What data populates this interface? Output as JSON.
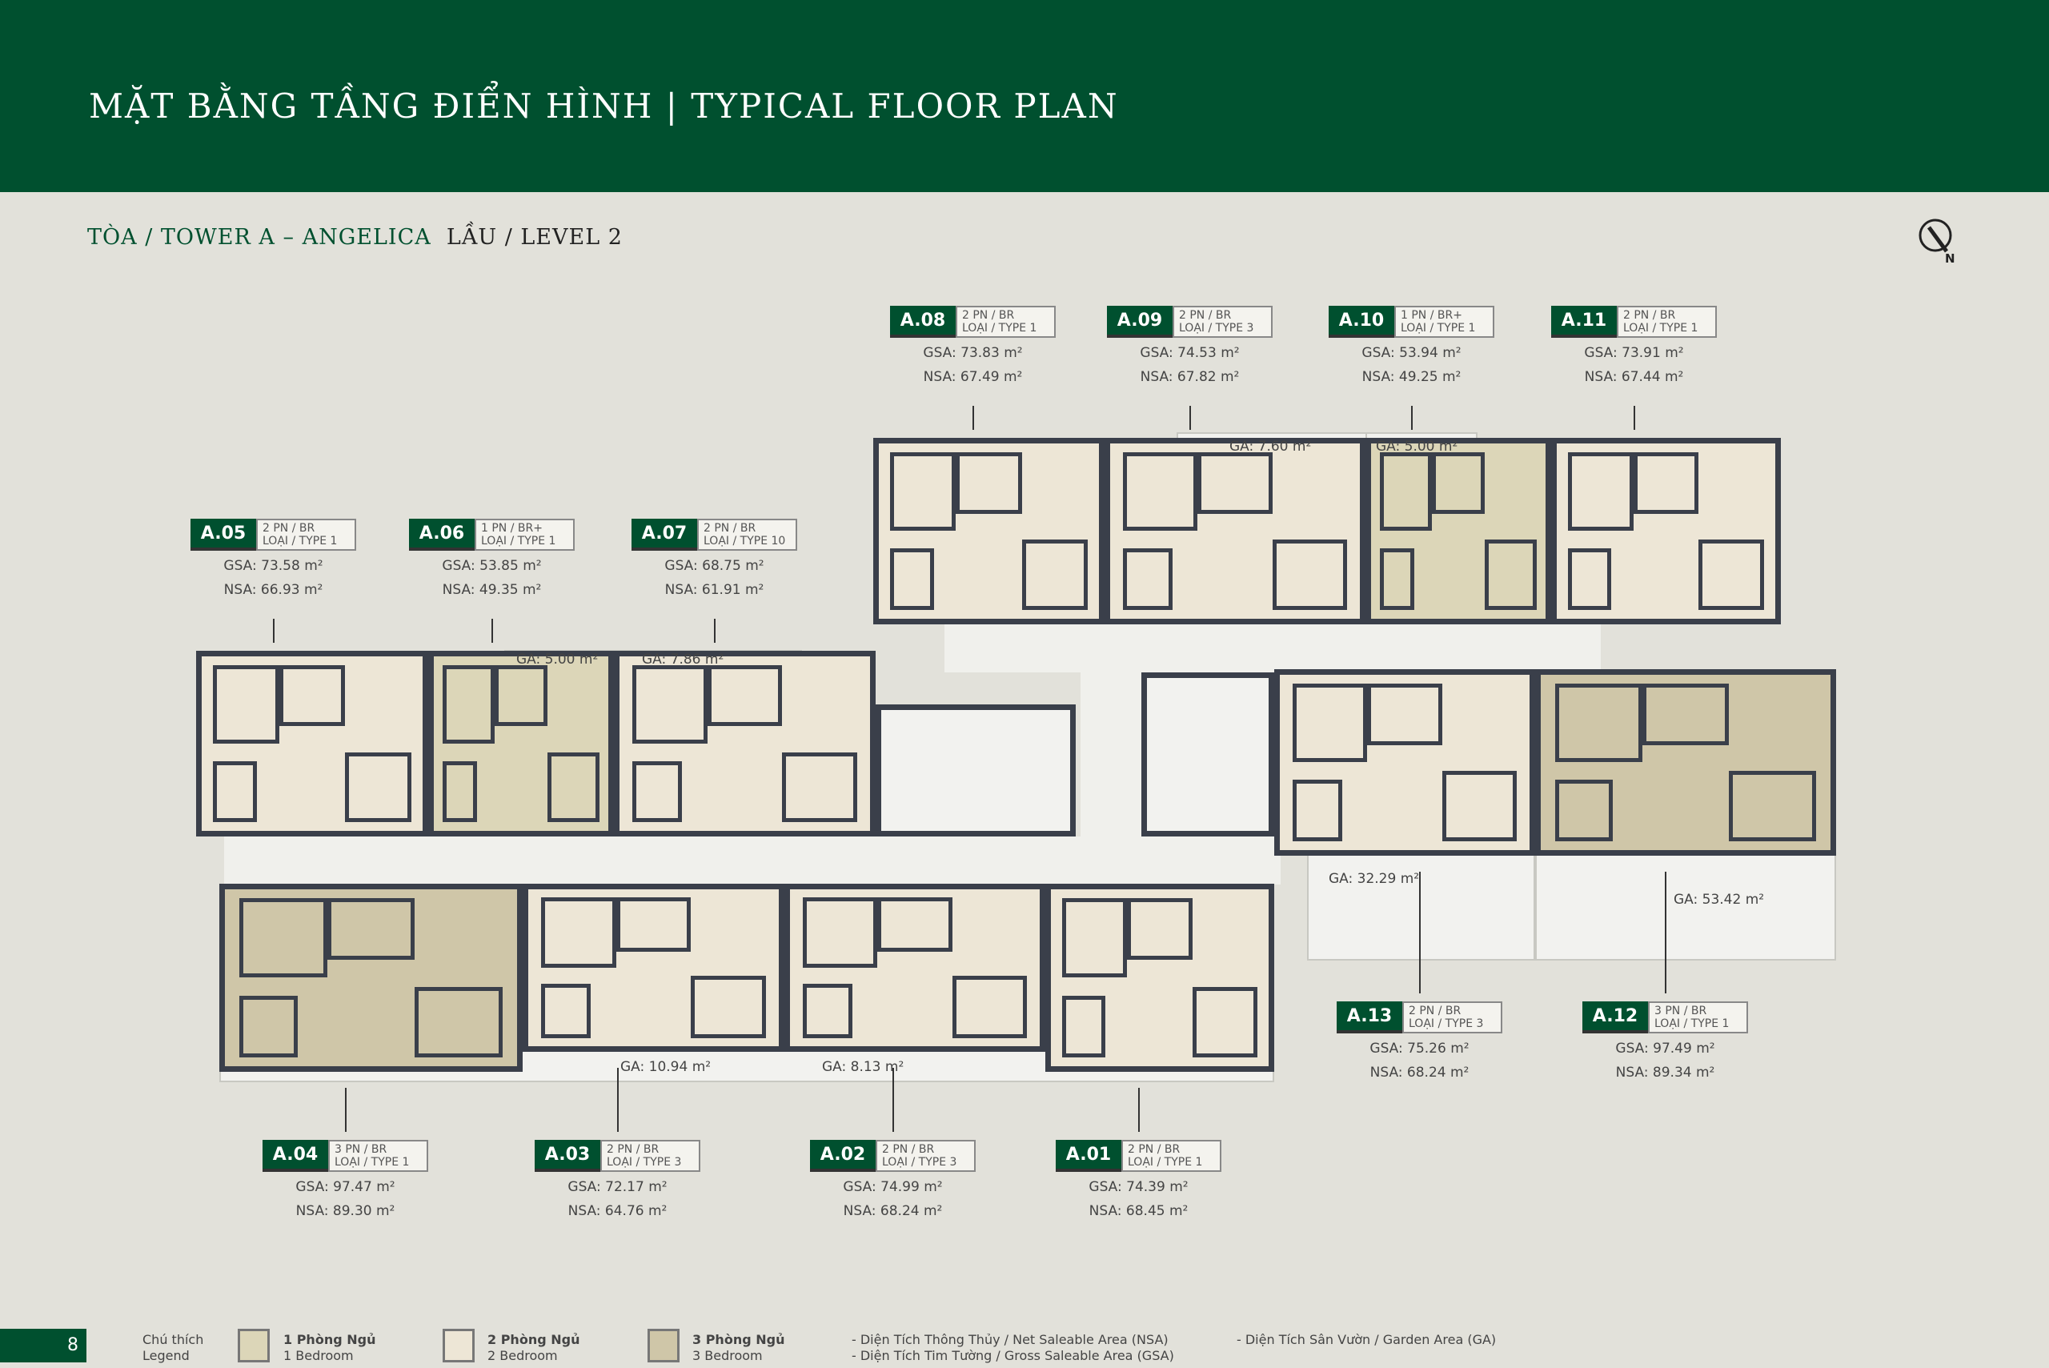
{
  "header": {
    "title": "MẶT BẰNG TẦNG ĐIỂN HÌNH | TYPICAL FLOOR PLAN"
  },
  "subtitle": {
    "tower": "TÒA / TOWER A – ANGELICA",
    "level": "LẦU / LEVEL 2"
  },
  "compass": {
    "label": "N"
  },
  "colors": {
    "brand": "#00502f",
    "bed1": "#dcd6b8",
    "bed2": "#ede6d6",
    "bed3": "#cfc6a8",
    "wall": "#3a3f4a"
  },
  "units": [
    {
      "id": "A.01",
      "br": "2 PN / BR",
      "type": "LOẠI / TYPE 1",
      "gsa": "GSA: 74.39 m²",
      "nsa": "NSA: 68.45 m²",
      "bedrooms": 2
    },
    {
      "id": "A.02",
      "br": "2 PN / BR",
      "type": "LOẠI / TYPE 3",
      "gsa": "GSA: 74.99 m²",
      "nsa": "NSA: 68.24 m²",
      "bedrooms": 2
    },
    {
      "id": "A.03",
      "br": "2 PN / BR",
      "type": "LOẠI / TYPE 3",
      "gsa": "GSA: 72.17 m²",
      "nsa": "NSA: 64.76 m²",
      "bedrooms": 2
    },
    {
      "id": "A.04",
      "br": "3 PN / BR",
      "type": "LOẠI / TYPE 1",
      "gsa": "GSA: 97.47 m²",
      "nsa": "NSA: 89.30 m²",
      "bedrooms": 3
    },
    {
      "id": "A.05",
      "br": "2 PN / BR",
      "type": "LOẠI / TYPE 1",
      "gsa": "GSA: 73.58 m²",
      "nsa": "NSA: 66.93 m²",
      "bedrooms": 2
    },
    {
      "id": "A.06",
      "br": "1 PN / BR+",
      "type": "LOẠI / TYPE 1",
      "gsa": "GSA: 53.85 m²",
      "nsa": "NSA: 49.35 m²",
      "bedrooms": 1
    },
    {
      "id": "A.07",
      "br": "2 PN / BR",
      "type": "LOẠI / TYPE 10",
      "gsa": "GSA: 68.75 m²",
      "nsa": "NSA: 61.91 m²",
      "bedrooms": 2
    },
    {
      "id": "A.08",
      "br": "2 PN / BR",
      "type": "LOẠI / TYPE 1",
      "gsa": "GSA: 73.83 m²",
      "nsa": "NSA: 67.49 m²",
      "bedrooms": 2
    },
    {
      "id": "A.09",
      "br": "2 PN / BR",
      "type": "LOẠI / TYPE 3",
      "gsa": "GSA: 74.53 m²",
      "nsa": "NSA: 67.82 m²",
      "bedrooms": 2
    },
    {
      "id": "A.10",
      "br": "1 PN / BR+",
      "type": "LOẠI / TYPE 1",
      "gsa": "GSA: 53.94 m²",
      "nsa": "NSA: 49.25 m²",
      "bedrooms": 1
    },
    {
      "id": "A.11",
      "br": "2 PN / BR",
      "type": "LOẠI / TYPE 1",
      "gsa": "GSA: 73.91 m²",
      "nsa": "NSA: 67.44 m²",
      "bedrooms": 2
    },
    {
      "id": "A.12",
      "br": "3 PN / BR",
      "type": "LOẠI / TYPE 1",
      "gsa": "GSA: 97.49 m²",
      "nsa": "NSA: 89.34 m²",
      "bedrooms": 3
    },
    {
      "id": "A.13",
      "br": "2 PN / BR",
      "type": "LOẠI / TYPE 3",
      "gsa": "GSA: 75.26 m²",
      "nsa": "NSA: 68.24 m²",
      "bedrooms": 2
    }
  ],
  "garden_areas": [
    "GA: 7.60 m²",
    "GA: 5.00 m²",
    "GA: 5.00 m²",
    "GA: 7.86 m²",
    "GA: 32.29 m²",
    "GA: 53.42 m²",
    "GA: 10.94 m²",
    "GA: 8.13 m²"
  ],
  "legend": {
    "page": "8",
    "title_vi": "Chú thích",
    "title_en": "Legend",
    "items": [
      {
        "vi": "1 Phòng Ngủ",
        "en": "1 Bedroom"
      },
      {
        "vi": "2 Phòng Ngủ",
        "en": "2 Bedroom"
      },
      {
        "vi": "3 Phòng Ngủ",
        "en": "3 Bedroom"
      }
    ],
    "nsa": "- Diện Tích Thông Thủy / Net Saleable Area (NSA)",
    "gsa": "- Diện Tích Tim Tường / Gross Saleable Area (GSA)",
    "ga": "- Diện Tích Sân Vườn / Garden Area (GA)"
  }
}
